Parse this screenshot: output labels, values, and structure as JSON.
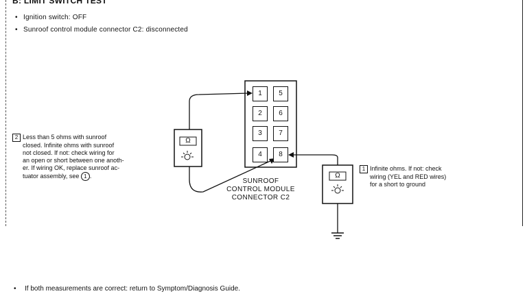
{
  "title": "B: LIMIT SWITCH TEST",
  "conditions": [
    "Ignition switch: OFF",
    "Sunroof control module connector C2: disconnected"
  ],
  "note_left": {
    "number": "2",
    "lines": [
      "Less than 5 ohms with sunroof",
      "closed. Infinite ohms with sunroof",
      "not closed. If not: check wiring for",
      "an open or short between one anoth-",
      "er. If wiring OK, replace sunroof ac-",
      "tuator assembly, see"
    ],
    "ref": "1"
  },
  "note_right": {
    "number": "1",
    "lines": [
      "Infinite ohms. If not: check",
      "wiring (YEL and RED wires)",
      "for a short to ground"
    ]
  },
  "connector": {
    "pins": [
      "1",
      "5",
      "2",
      "6",
      "3",
      "7",
      "4",
      "8"
    ],
    "label_lines": [
      "SUNROOF",
      "CONTROL MODULE",
      "CONNECTOR C2"
    ]
  },
  "meter_symbol": "Ω",
  "footer": "If both measurements are correct: return to Symptom/Diagnosis Guide."
}
